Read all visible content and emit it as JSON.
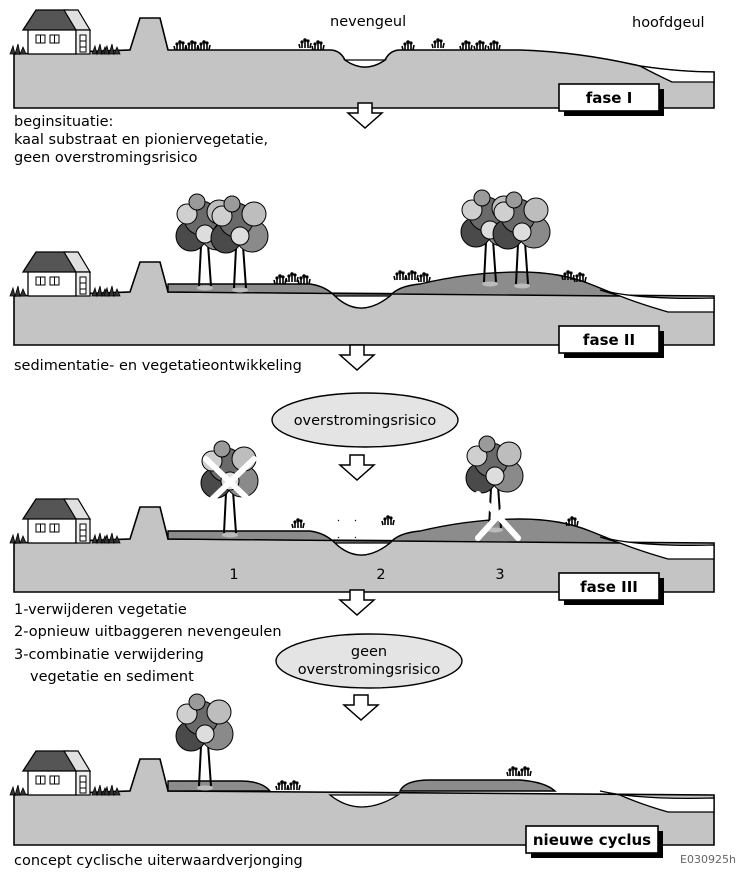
{
  "labels": {
    "nevengeul": "nevengeul",
    "hoofdgeul": "hoofdgeul",
    "fase1": "fase I",
    "fase2": "fase II",
    "fase3": "fase III",
    "fase4": "nieuwe cyclus",
    "desc1": [
      "beginsituatie:",
      "kaal substraat en pioniervegetatie,",
      "geen overstromingsrisico"
    ],
    "desc2": "sedimentatie- en vegetatieontwikkeling",
    "risk": "overstromingsrisico",
    "norisk": [
      "geen",
      "overstromingsrisico"
    ],
    "num1": "1",
    "num2": "2",
    "num3": "3",
    "measures": [
      "1-verwijderen vegetatie",
      "2-opnieuw uitbaggeren nevengeulen",
      "3-combinatie verwijdering",
      "vegetatie en sediment"
    ],
    "caption": "concept cyclische uiterwaardverjonging",
    "code": "E030925h"
  },
  "colors": {
    "ground": "#c4c4c4",
    "sediment": "#8c8c8c",
    "ellipse": "#e4e4e4",
    "tree_dark": "#444444",
    "tree_light": "#cfcfcf"
  },
  "icons": [
    "house-icon",
    "tree-icon",
    "shrub-icon",
    "cross-icon",
    "down-arrow-icon"
  ]
}
